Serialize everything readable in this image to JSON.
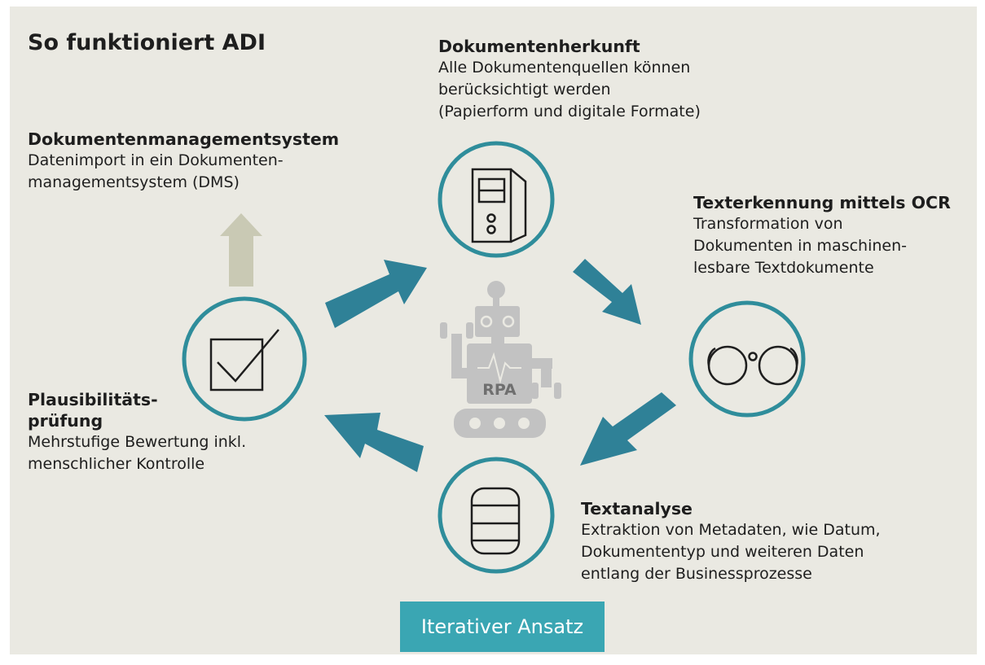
{
  "title": "So funktioniert ADI",
  "steps": {
    "herkunft": {
      "heading": "Dokumentenherkunft",
      "lines": [
        "Alle Dokumentenquellen können",
        "berücksichtigt werden",
        "(Papierform und digitale Formate)"
      ],
      "icon": "computer-tower-icon"
    },
    "ocr": {
      "heading": "Texterkennung mittels OCR",
      "lines": [
        "Transformation von",
        "Dokumenten in maschinen-",
        "lesbare Textdokumente"
      ],
      "icon": "glasses-icon"
    },
    "textanalyse": {
      "heading": "Textanalyse",
      "lines": [
        "Extraktion von Metadaten, wie Datum,",
        "Dokumententyp und weiteren Daten",
        "entlang der Businessprozesse"
      ],
      "icon": "database-icon"
    },
    "plausi": {
      "heading_lines": [
        "Plausibilitäts-",
        "prüfung"
      ],
      "lines": [
        "Mehrstufige Bewertung inkl.",
        "menschlicher Kontrolle"
      ],
      "icon": "checkbox-icon"
    },
    "dms": {
      "heading": "Dokumentenmanagementsystem",
      "lines": [
        "Datenimport in ein Dokumenten-",
        "managementsystem (DMS)"
      ]
    }
  },
  "robot": {
    "label": "RPA",
    "icon": "robot-icon"
  },
  "badge": {
    "label": "Iterativer Ansatz"
  },
  "colors": {
    "background": "#eae9e2",
    "teal": "#2f8d9b",
    "arrow": "#2f8197",
    "dms_arrow": "#c9c9b4",
    "robot": "#c2c2c2",
    "badge": "#3aa6b3"
  }
}
